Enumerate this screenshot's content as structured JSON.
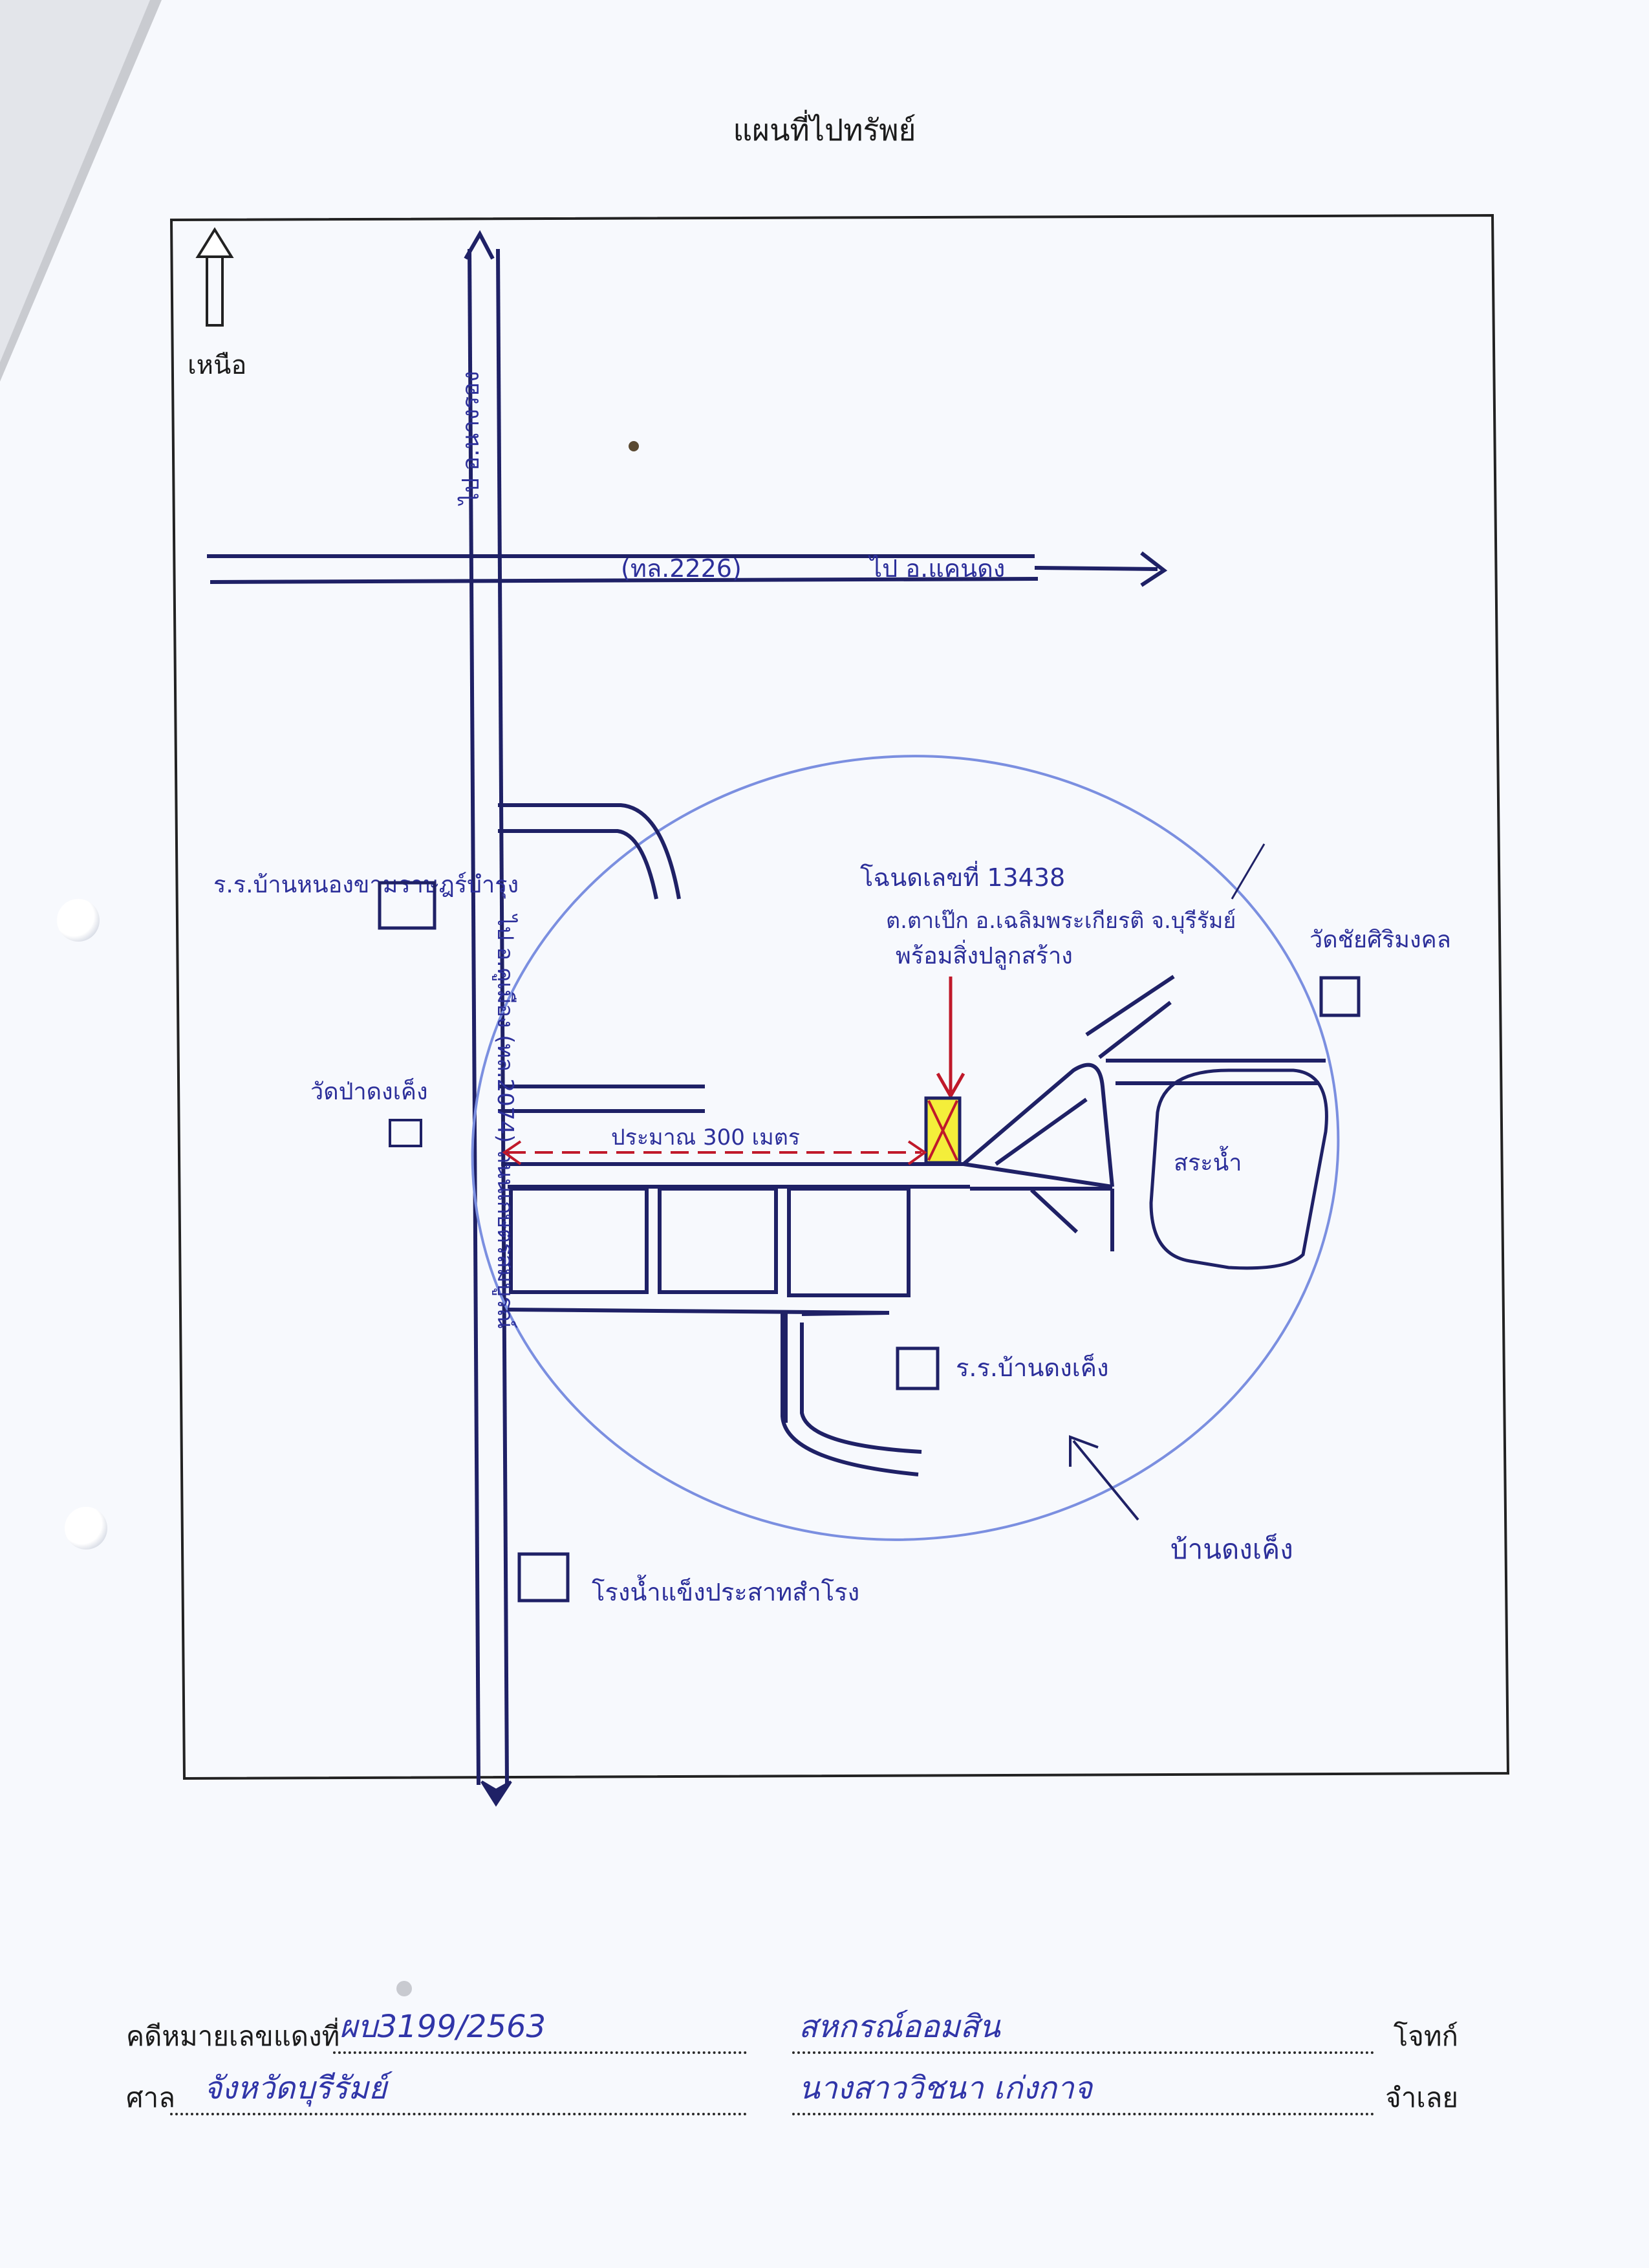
{
  "title": "แผนที่ไปทรัพย์",
  "north_label": "เหนือ",
  "map": {
    "road_north_label": "ไป อ.นางรอง",
    "road_east_code": "(ทล.2226)",
    "road_east_label": "ไป อ.แคนดง",
    "road_south_label": "ไป อ.คูเมือง (ทล.2074) ถนนเกษตรสมบูรณ์",
    "school_nw": "ร.ร.บ้านหนองขามราษฎร์บำรุง",
    "temple_w": "วัดป่าดงเค็ง",
    "property_title": "โฉนดเลขที่ 13438",
    "property_address": "ต.ตาเป๊ก อ.เฉลิมพระเกียรติ จ.บุรีรัมย์",
    "property_note": "พร้อมสิ่งปลูกสร้าง",
    "temple_ne": "วัดชัยศิริมงคล",
    "distance_label": "ประมาณ 300 เมตร",
    "pond_label": "สระน้ำ",
    "school_s": "ร.ร.บ้านดงเค็ง",
    "village_label": "บ้านดงเค็ง",
    "factory_label": "โรงน้ำแข็งประสาทสำโรง"
  },
  "footer": {
    "case_label": "คดีหมายเลขแดงที่",
    "case_number": "ผบ3199/2563",
    "plaintiff": "สหกรณ์ออมสิน",
    "plaintiff_role": "โจทก์",
    "court_label": "ศาล",
    "court_name": "จังหวัดบุรีรัมย์",
    "defendant": "นางสาววิชนา เก่งกาจ",
    "defendant_role": "จำเลย"
  },
  "colors": {
    "ink_road": "#1f2166",
    "ink_hand": "#2c2f9a",
    "circle": "#7b8fe0",
    "marker_fill": "#f4ee3a",
    "marker_x": "#c0192a",
    "frame": "#222222"
  }
}
